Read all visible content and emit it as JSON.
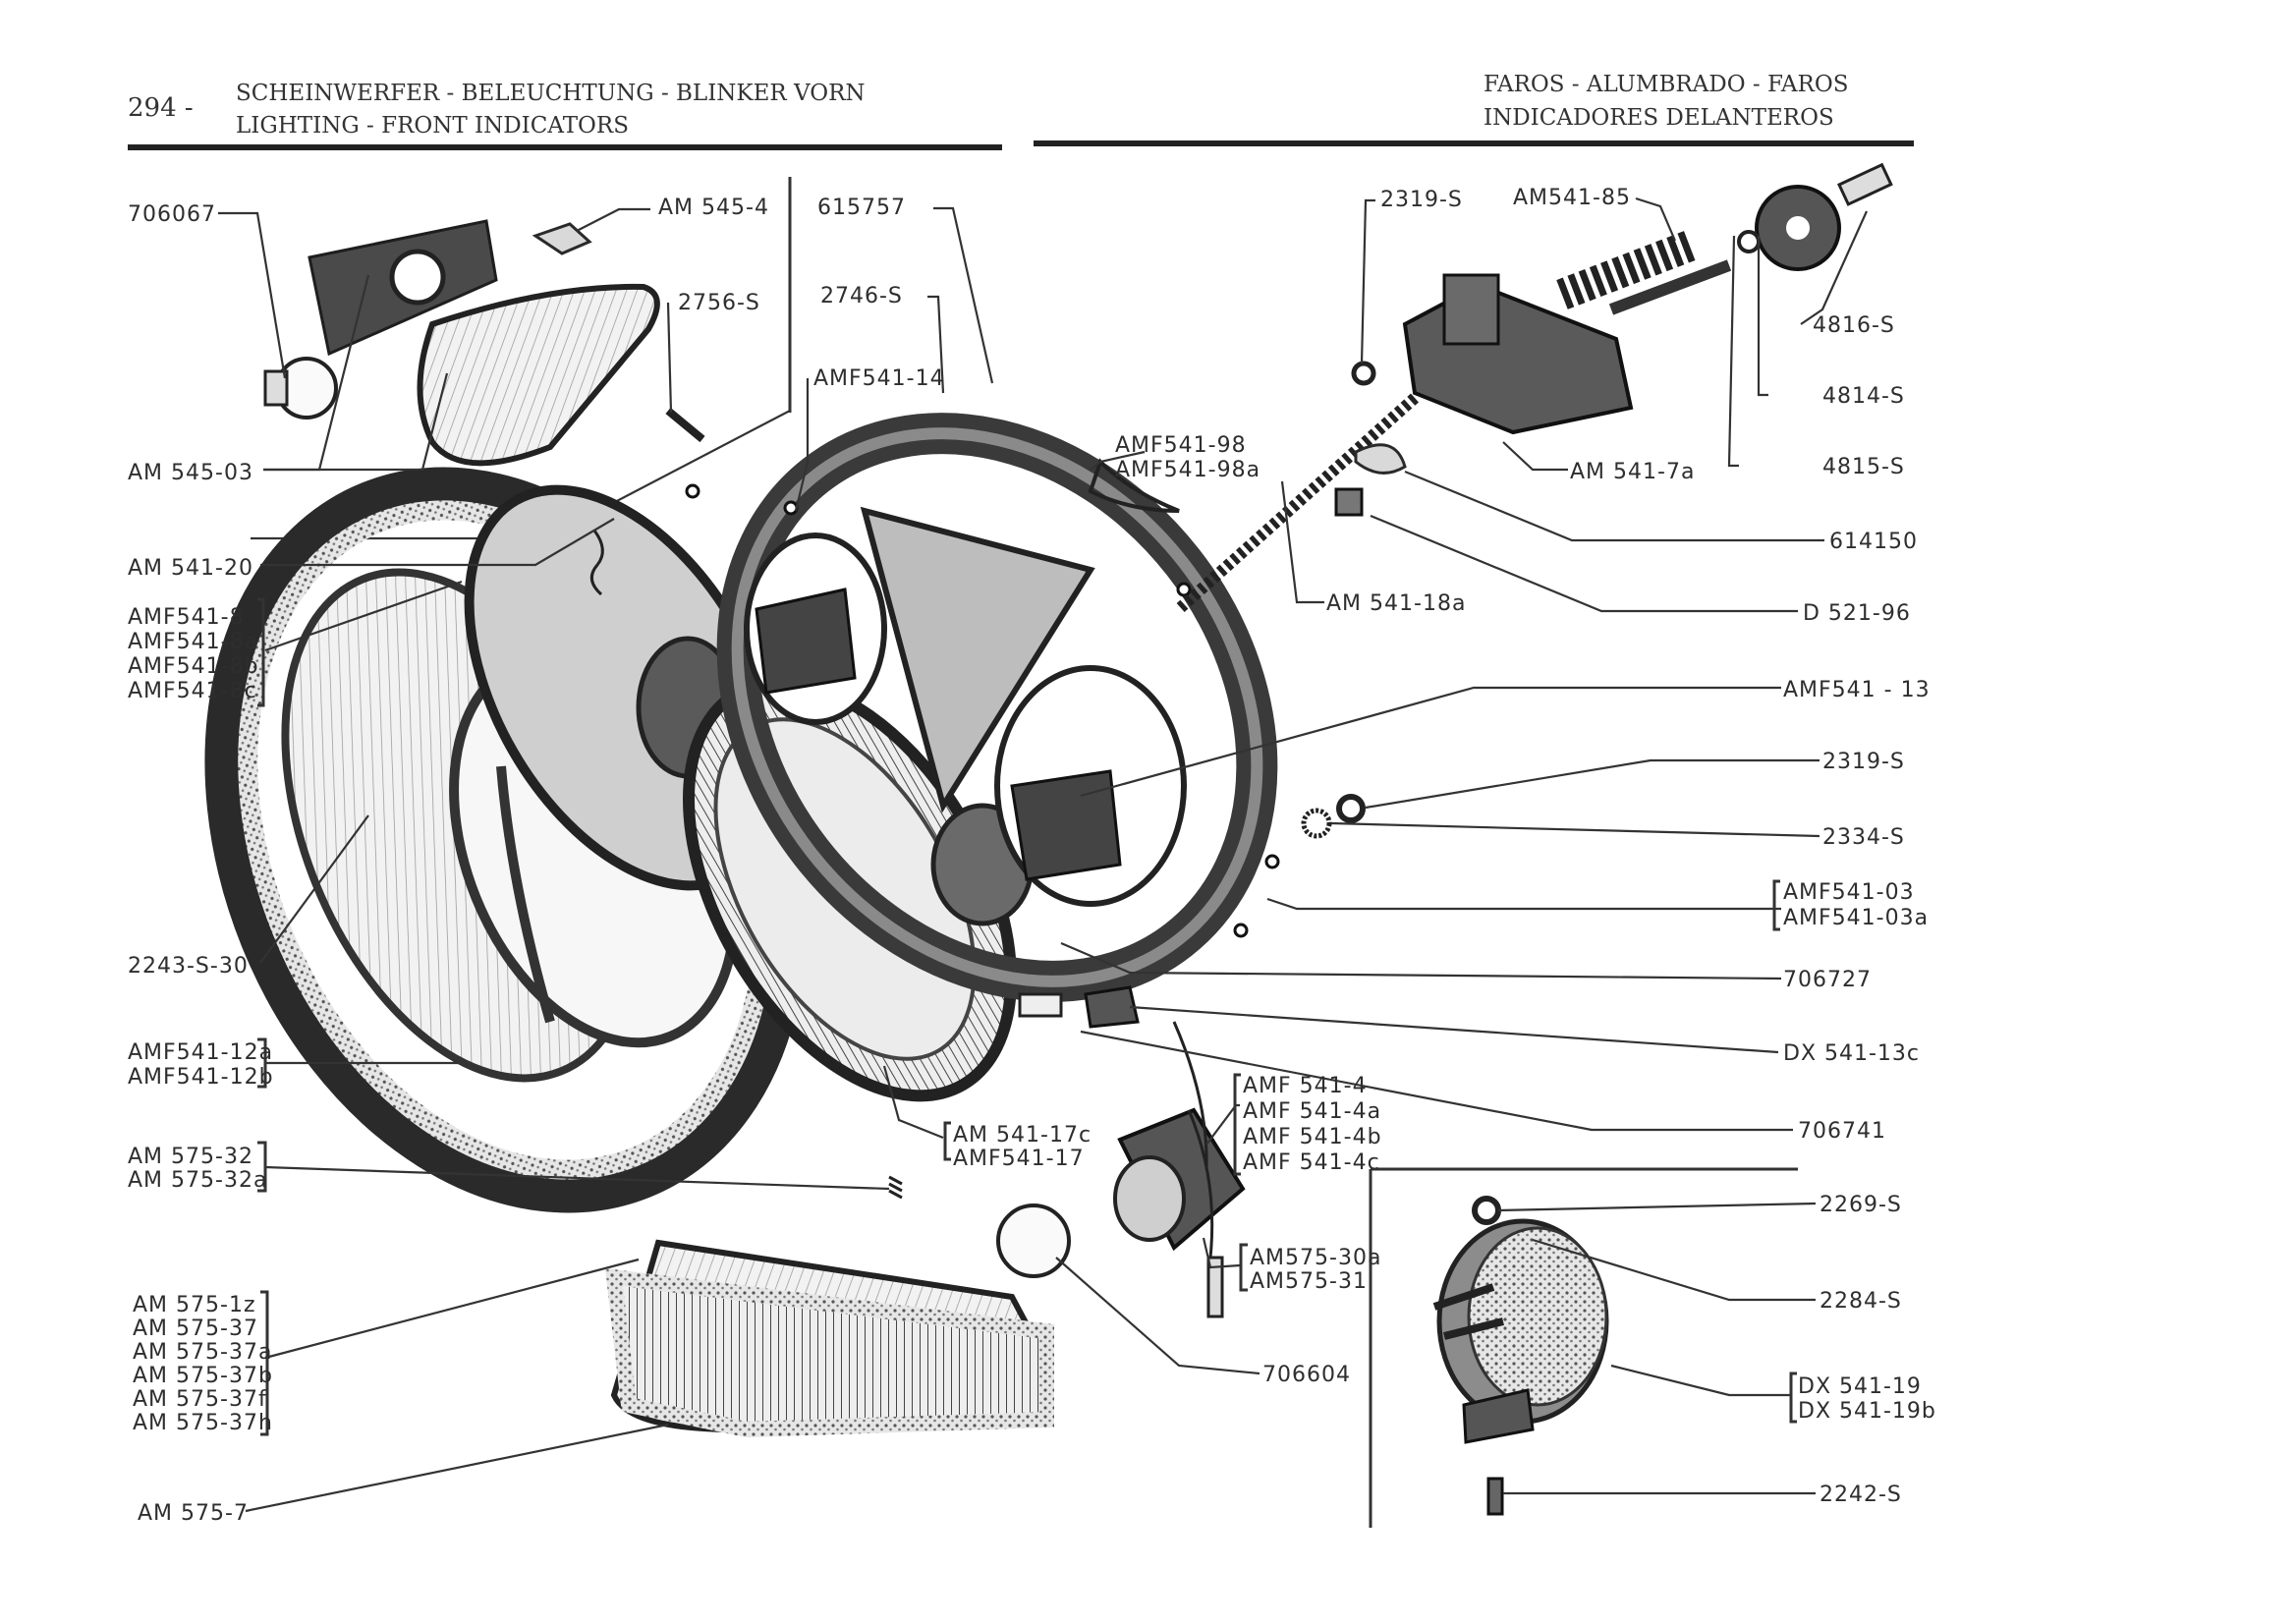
{
  "header": {
    "page_number": "294 -",
    "left_line1": "SCHEINWERFER - BELEUCHTUNG - BLINKER VORN",
    "left_line2": "LIGHTING - FRONT INDICATORS",
    "right_line1": "FAROS - ALUMBRADO - FAROS",
    "right_line2": "INDICADORES DELANTEROS"
  },
  "callouts": {
    "c706067": "706067",
    "am545_4": "AM 545-4",
    "s2756": "2756-S",
    "am545_03": "AM 545-03",
    "c615757": "615757",
    "s2746": "2746-S",
    "amf541_14": "AMF541-14",
    "amf541_98": "AMF541-98",
    "amf541_98a": "AMF541-98a",
    "am541_20": "AM 541-20",
    "amf541_8": "AMF541-8",
    "amf541_8a": "AMF541-8a",
    "amf541_8b": "AMF541-8b",
    "amf541_8c": "AMF541-8c",
    "s2243_30": "2243-S-30",
    "amf541_12a": "AMF541-12a",
    "amf541_12b": "AMF541-12b",
    "am575_32": "AM 575-32",
    "am575_32a": "AM 575-32a",
    "am575_1z": "AM 575-1z",
    "am575_37": "AM 575-37",
    "am575_37a": "AM 575-37a",
    "am575_37b": "AM 575-37b",
    "am575_37f": "AM 575-37f",
    "am575_37h": "AM 575-37h",
    "am575_7": "AM 575-7",
    "s2319_top": "2319-S",
    "am541_85": "AM541-85",
    "s4816": "4816-S",
    "s4814": "4814-S",
    "s4815": "4815-S",
    "am541_7a": "AM 541-7a",
    "c614150": "614150",
    "am541_18a": "AM 541-18a",
    "d521_96": "D 521-96",
    "amf541_13": "AMF541 - 13",
    "s2319_mid": "2319-S",
    "s2334": "2334-S",
    "amf541_03": "AMF541-03",
    "amf541_03a": "AMF541-03a",
    "c706727": "706727",
    "dx541_13c": "DX 541-13c",
    "c706741": "706741",
    "amf541_4": "AMF 541-4",
    "amf541_4a": "AMF 541-4a",
    "amf541_4b": "AMF 541-4b",
    "amf541_4c": "AMF 541-4c",
    "am541_17c": "AM 541-17c",
    "amf541_17": "AMF541-17",
    "am575_30a": "AM575-30a",
    "am575_31": "AM575-31",
    "c706604": "706604",
    "s2269": "2269-S",
    "s2284": "2284-S",
    "dx541_19": "DX 541-19",
    "dx541_19b": "DX 541-19b",
    "s2242": "2242-S"
  }
}
